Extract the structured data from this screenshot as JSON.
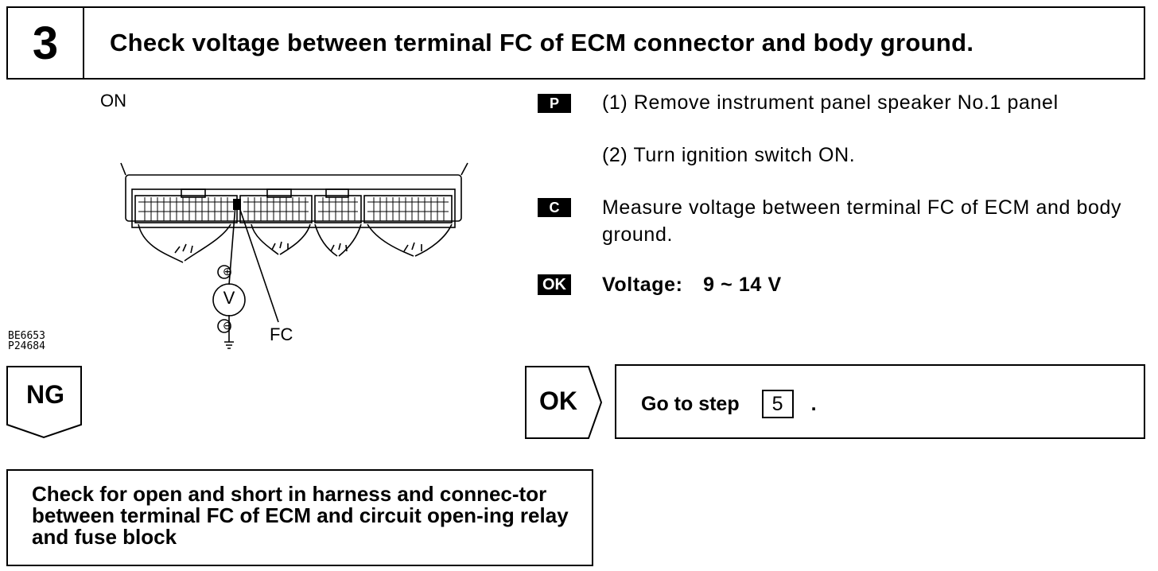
{
  "header": {
    "step_number": "3",
    "title": "Check voltage between terminal FC of ECM connector and body ground."
  },
  "diagram": {
    "on_label": "ON",
    "plus_symbol": "⊕",
    "minus_symbol": "⊖",
    "meter_label": "V",
    "terminal_label": "FC",
    "ref_code_1": "BE6653",
    "ref_code_2": "P24684"
  },
  "instructions": {
    "prep_icon": "P",
    "prep_step_1": "(1) Remove instrument panel speaker No.1 panel",
    "prep_step_2": "(2) Turn ignition switch ON.",
    "check_icon": "C",
    "check_text": "Measure voltage between terminal FC of ECM and body ground.",
    "ok_icon": "OK",
    "ok_label": "Voltage:",
    "ok_value": "9 ~ 14 V"
  },
  "branches": {
    "ng_label": "NG",
    "ok_label": "OK",
    "ok_action_prefix": "Go to step",
    "ok_action_step": "5",
    "ok_action_suffix": ".",
    "ng_action": "Check for open and short in harness and connec-tor between terminal FC of ECM and circuit open-ing relay and fuse block"
  }
}
